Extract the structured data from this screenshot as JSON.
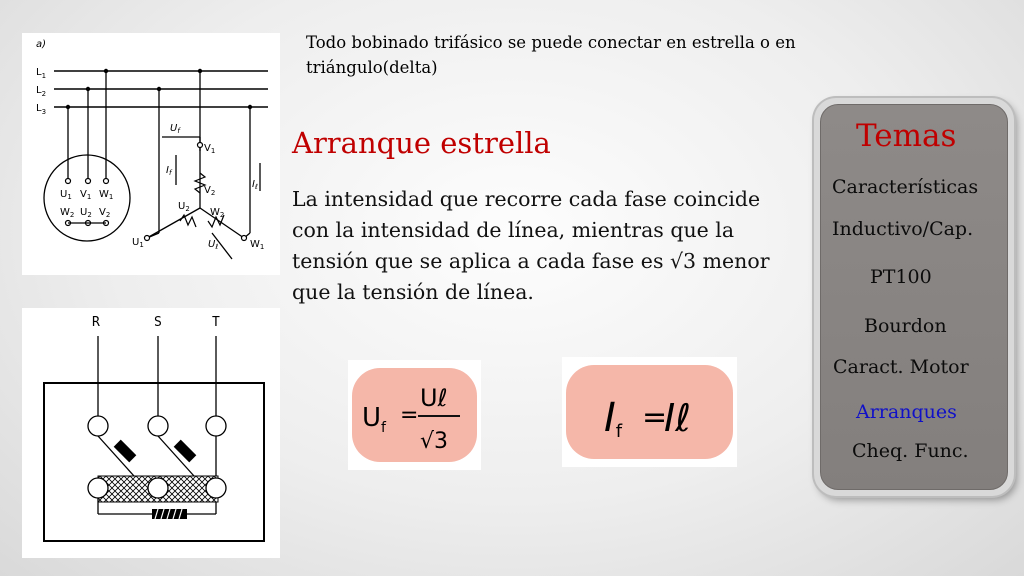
{
  "intro": "Todo bobinado trifásico se puede conectar en estrella o  en\ntriángulo(delta)",
  "title": "Arranque estrella",
  "body": "La intensidad que recorre cada fase coincide con la intensidad de línea, mientras que la tensión que se aplica a cada fase es √3 menor que la tensión de línea.",
  "formulas": {
    "uf": {
      "lhs": "U",
      "lhs_sub": "f",
      "eq": "=",
      "num": "Uℓ",
      "den": "√3"
    },
    "if": {
      "lhs": "I",
      "lhs_sub": "f",
      "eq": "=",
      "rhs": "Iℓ"
    }
  },
  "diagram_top": {
    "label_a": "a)",
    "lines": [
      "L",
      "L",
      "L"
    ],
    "line_subs": [
      "1",
      "2",
      "3"
    ],
    "box_row1": [
      "U",
      "V",
      "W"
    ],
    "box_row1_subs": [
      "1",
      "1",
      "1"
    ],
    "box_row2": [
      "W",
      "U",
      "V"
    ],
    "box_row2_subs": [
      "2",
      "2",
      "2"
    ],
    "uf": "U",
    "uf_sub": "f",
    "if_label": "I",
    "if_sub": "f",
    "il_label": "I",
    "il_sub": "ℓ",
    "ul_label": "U",
    "ul_sub": "ℓ",
    "v1": "V",
    "v1_sub": "1",
    "v2": "V",
    "v2_sub": "2",
    "u2": "U",
    "u2_sub": "2",
    "w2": "W",
    "w2_sub": "2",
    "u1": "U",
    "u1_sub": "1",
    "w1": "W",
    "w1_sub": "1"
  },
  "diagram_bottom": {
    "r": "R",
    "s": "S",
    "t": "T"
  },
  "sidebar": {
    "title": "Temas",
    "items": [
      {
        "label": "Características",
        "color": "#0b0b0b"
      },
      {
        "label": "Inductivo/Cap.",
        "color": "#0b0b0b"
      },
      {
        "label": "PT100",
        "color": "#0b0b0b"
      },
      {
        "label": "Bourdon",
        "color": "#0b0b0b"
      },
      {
        "label": "Caract. Motor",
        "color": "#0b0b0b"
      },
      {
        "label": "Arranques",
        "color": "#1010c8"
      },
      {
        "label": "Cheq. Func.",
        "color": "#0b0b0b"
      }
    ]
  },
  "colors": {
    "accent": "#c00000",
    "active": "#1010c8",
    "formula_bg": "#f5b7a9"
  }
}
